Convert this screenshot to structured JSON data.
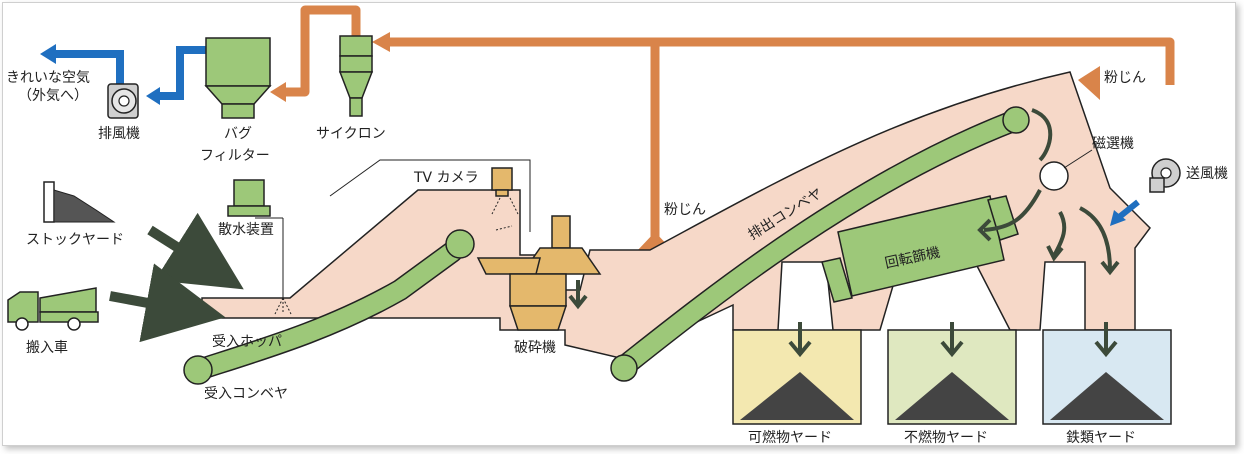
{
  "labels": {
    "clean_air": "きれいな空気",
    "clean_air_sub": "（外気へ）",
    "exhaust_fan": "排風機",
    "bag_filter_1": "バグ",
    "bag_filter_2": "フィルター",
    "cyclone": "サイクロン",
    "dust_top": "粉じん",
    "dust_mid": "粉じん",
    "stock_yard": "ストックヤード",
    "sprinkler": "散水装置",
    "tv_camera": "TV カメラ",
    "magnetic_separator": "磁選機",
    "blower": "送風機",
    "discharge_conveyor": "排出コンベヤ",
    "rotary_screen": "回転篩機",
    "intake_truck": "搬入車",
    "intake_hopper": "受入ホッパ",
    "intake_conveyor": "受入コンベヤ",
    "crusher": "破砕機",
    "combustible_yard": "可燃物ヤード",
    "noncombustible_yard": "不燃物ヤード",
    "iron_yard": "鉄類ヤード"
  },
  "colors": {
    "duct": "#d9844a",
    "body": "#f6d8c8",
    "conveyor": "#9dc879",
    "clean_air": "#1f6fc0",
    "arrow": "#3c4a3a",
    "crusher": "#e4b86c",
    "yard_combustible": "#f3e8b0",
    "yard_noncombustible": "#dfe8c0",
    "yard_iron": "#d8e8f2",
    "equipment": "#9dc879"
  }
}
